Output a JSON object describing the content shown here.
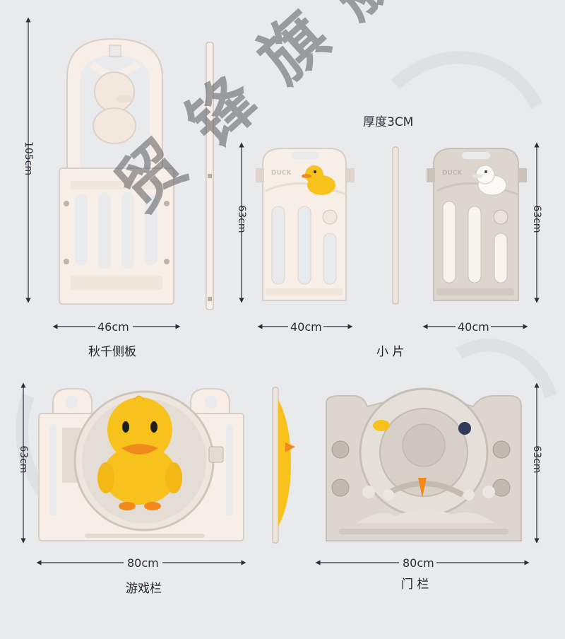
{
  "header": {
    "thickness": "厚度3CM"
  },
  "panels": {
    "swing": {
      "width": "46cm",
      "height": "105cm",
      "caption": "秋千侧板"
    },
    "small_side": {
      "height": "63cm"
    },
    "small": {
      "width": "40cm",
      "height": "63cm",
      "caption": "小 片",
      "brand": "DUCK"
    },
    "small_b": {
      "width": "40cm",
      "height": "63cm",
      "brand": "DUCK"
    },
    "play": {
      "width": "80cm",
      "height": "63cm",
      "caption": "游戏栏"
    },
    "door": {
      "width": "80cm",
      "height": "63cm",
      "caption": "门 栏"
    }
  },
  "watermark": {
    "text": "贸 锋 旗 舰 店"
  },
  "colors": {
    "background": "#e9eaec",
    "panel_cream": "#f7efe7",
    "panel_grey": "#d9d3cc",
    "duck_yellow": "#f7c21b",
    "beak_orange": "#f08a1c",
    "text": "#2a2f3a"
  }
}
